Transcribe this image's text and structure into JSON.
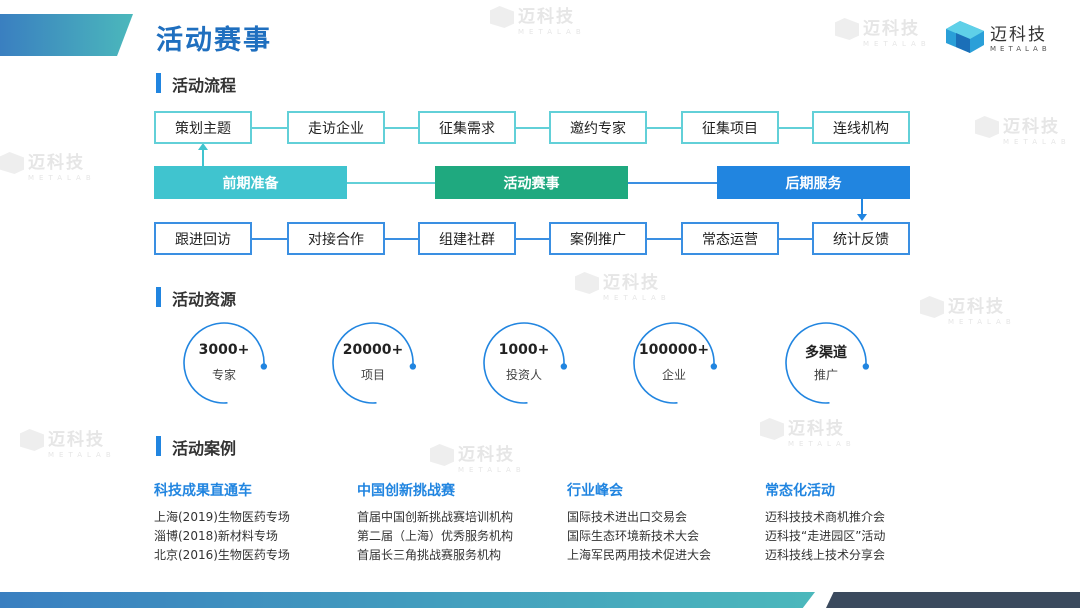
{
  "header": {
    "title": "活动赛事",
    "logo": {
      "name": "迈科技",
      "sub": "METALAB"
    }
  },
  "watermark": {
    "name": "迈科技",
    "sub": "METALAB"
  },
  "flow": {
    "section_title": "活动流程",
    "top_row": [
      "策划主题",
      "走访企业",
      "征集需求",
      "邀约专家",
      "征集项目",
      "连线机构"
    ],
    "phases": [
      {
        "label": "前期准备",
        "color": "#40c4cf"
      },
      {
        "label": "活动赛事",
        "color": "#1fa97f"
      },
      {
        "label": "后期服务",
        "color": "#2185e0"
      }
    ],
    "bottom_row": [
      "跟进回访",
      "对接合作",
      "组建社群",
      "案例推广",
      "常态运营",
      "统计反馈"
    ]
  },
  "resources": {
    "section_title": "活动资源",
    "items": [
      {
        "value": "3000+",
        "label": "专家"
      },
      {
        "value": "20000+",
        "label": "项目"
      },
      {
        "value": "1000+",
        "label": "投资人"
      },
      {
        "value": "100000+",
        "label": "企业"
      },
      {
        "value": "多渠道",
        "label": "推广"
      }
    ]
  },
  "cases": {
    "section_title": "活动案例",
    "columns": [
      {
        "title": "科技成果直通车",
        "items": [
          "上海(2019)生物医药专场",
          "淄博(2018)新材料专场",
          "北京(2016)生物医药专场"
        ]
      },
      {
        "title": "中国创新挑战赛",
        "items": [
          "首届中国创新挑战赛培训机构",
          "第二届（上海）优秀服务机构",
          "首届长三角挑战赛服务机构"
        ]
      },
      {
        "title": "行业峰会",
        "items": [
          "国际技术进出口交易会",
          "国际生态环境新技术大会",
          "上海军民两用技术促进大会"
        ]
      },
      {
        "title": "常态化活动",
        "items": [
          "迈科技技术商机推介会",
          "迈科技“走进园区”活动",
          "迈科技线上技术分享会"
        ]
      }
    ]
  }
}
